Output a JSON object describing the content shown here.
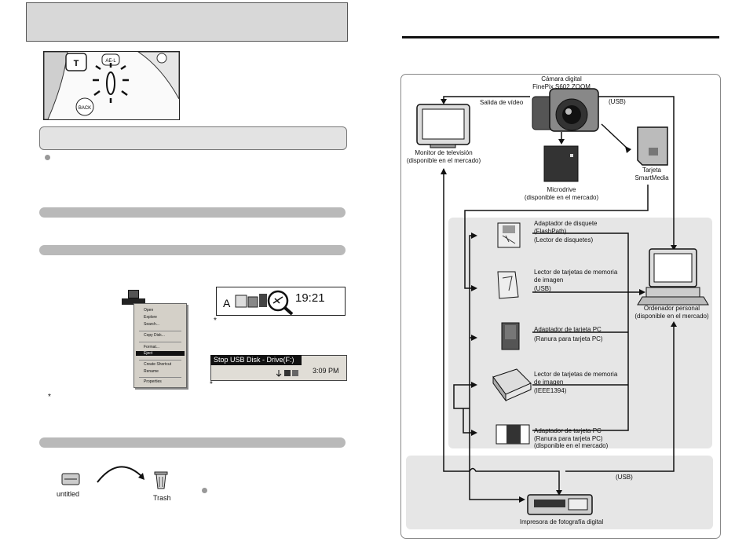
{
  "diagram": {
    "camera": {
      "line1": "Cámara digital",
      "line2": "FinePix S602 ZOOM"
    },
    "video_out": "Salida de vídeo",
    "usb_top": "(USB)",
    "tv": {
      "line1": "Monitor de televisión",
      "line2": "(disponible en el mercado)"
    },
    "smartmedia": {
      "line1": "Tarjeta",
      "line2": "SmartMedia"
    },
    "microdrive": {
      "line1": "Microdrive",
      "line2": "(disponible en el mercado)"
    },
    "floppy_adapter": {
      "line1": "Adaptador de disquete",
      "line2": "(FlashPath)",
      "line3": "(Lector de disquetes)"
    },
    "usb_reader": {
      "line1": "Lector de tarjetas de memoria",
      "line2": "de imagen",
      "line3": "(USB)"
    },
    "pc_card_adapter": {
      "line1": "Adaptador de tarjeta PC",
      "line2": "(Ranura para tarjeta PC)"
    },
    "ieee_reader": {
      "line1": "Lector de tarjetas de memoria",
      "line2": "de imagen",
      "line3": "(IEEE1394)"
    },
    "pc_card_adapter2": {
      "line1": "Adaptador de tarjeta PC",
      "line2": "(Ranura para tarjeta PC)",
      "line3": "(disponible en el mercado)"
    },
    "computer": {
      "line1": "Ordenador personal",
      "line2": "(disponible en el mercado)"
    },
    "usb_bottom": "(USB)",
    "printer": "Impresora de fotografía digital"
  },
  "left": {
    "photo_labels": {
      "t": "T",
      "ael": "AE-L",
      "back": "BACK"
    },
    "tray_time": "19:21",
    "eject_tooltip": "Stop USB Disk - Drive(F:)",
    "tray2_time": "3:09 PM",
    "asterisk": "*",
    "context_menu": [
      "Open",
      "Explore",
      "Search...",
      "Copy Disk...",
      "Format...",
      "Eject",
      "Create Shortcut",
      "Rename",
      "Properties"
    ],
    "drive_label": "untitled",
    "trash_label": "Trash"
  }
}
